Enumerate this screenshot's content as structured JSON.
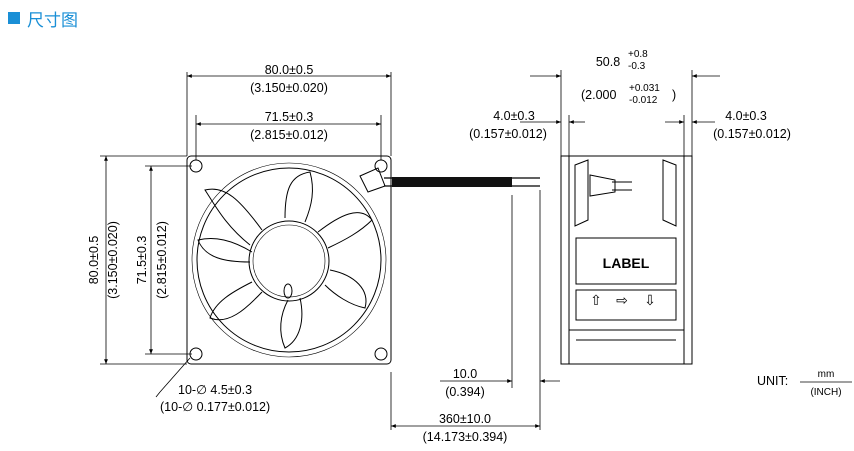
{
  "header": {
    "title": "尺寸图",
    "icon": "square-bullet-icon",
    "color": "#1a8fd6"
  },
  "front_view": {
    "width_outer_mm": "80.0±0.5",
    "width_outer_in": "(3.150±0.020)",
    "hole_pitch_mm": "71.5±0.3",
    "hole_pitch_in": "(2.815±0.012)",
    "height_outer_mm": "80.0±0.5",
    "height_outer_in": "(3.150±0.020)",
    "height_pitch_mm": "71.5±0.3",
    "height_pitch_in": "(2.815±0.012)",
    "hole_mm": "10-∅ 4.5±0.3",
    "hole_in": "(10-∅ 0.177±0.012)",
    "wire_strip_mm": "10.0",
    "wire_strip_in": "(0.394)",
    "lead_length_mm": "360±10.0",
    "lead_length_in": "(14.173±0.394)"
  },
  "side_view": {
    "depth_mm": "50.8",
    "depth_tol_plus_mm": "+0.8",
    "depth_tol_minus_mm": "-0.3",
    "depth_in_open": "(2.000",
    "depth_tol_plus_in": "+0.031",
    "depth_tol_minus_in": "-0.012",
    "depth_in_close": ")",
    "flange_left_mm": "4.0±0.3",
    "flange_left_in": "(0.157±0.012)",
    "flange_right_mm": "4.0±0.3",
    "flange_right_in": "(0.157±0.012)",
    "label_text": "LABEL",
    "arrow_up": "⇧",
    "arrow_right": "⇨",
    "arrow_down": "⇩"
  },
  "units": {
    "prefix": "UNIT:",
    "top": "mm",
    "bottom": "(INCH)"
  }
}
